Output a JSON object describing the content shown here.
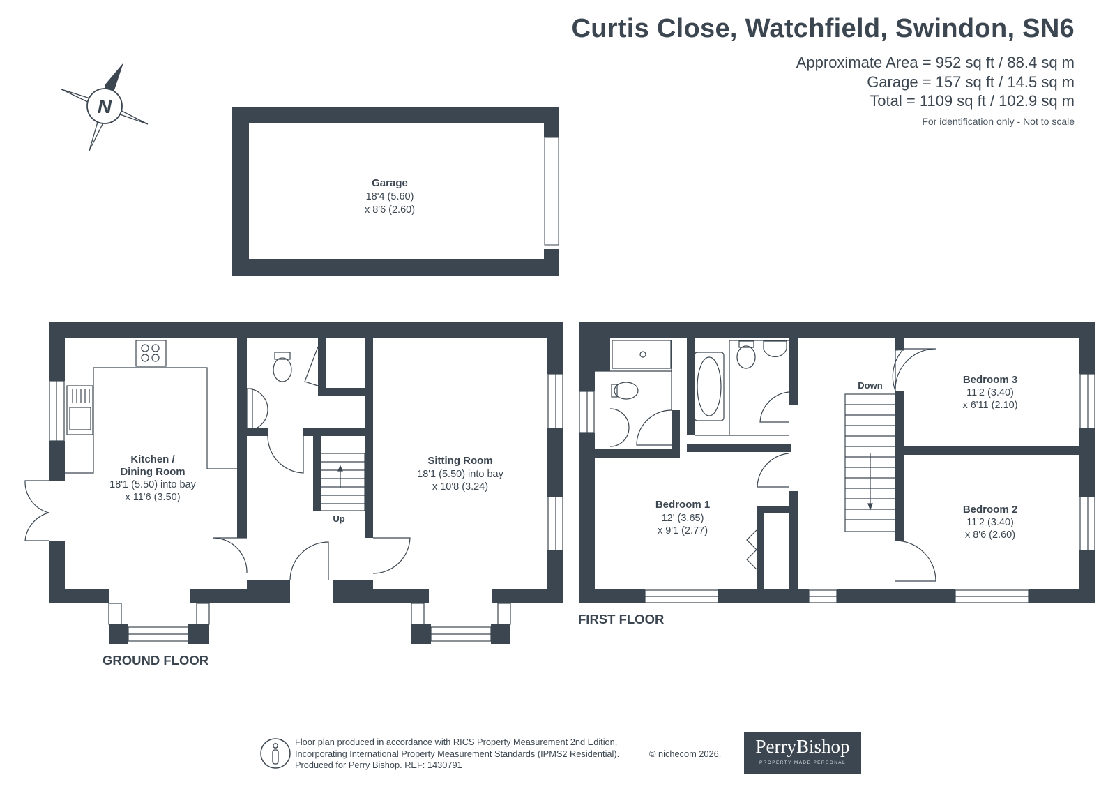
{
  "header": {
    "title": "Curtis Close, Watchfield, Swindon, SN6",
    "approx_area": "Approximate Area = 952 sq ft / 88.4 sq m",
    "garage_area": "Garage = 157 sq ft / 14.5 sq m",
    "total_area": "Total = 1109 sq ft / 102.9 sq m",
    "note": "For identification only - Not to scale"
  },
  "compass": {
    "letter": "N",
    "icon": "compass-north-icon"
  },
  "garage": {
    "name": "Garage",
    "dim1": "18'4 (5.60)",
    "dim2": "x 8'6 (2.60)"
  },
  "ground_floor": {
    "label": "GROUND FLOOR",
    "kitchen": {
      "name1": "Kitchen /",
      "name2": "Dining Room",
      "dim1": "18'1 (5.50) into bay",
      "dim2": "x 11'6 (3.50)"
    },
    "sitting": {
      "name": "Sitting Room",
      "dim1": "18'1 (5.50) into bay",
      "dim2": "x 10'8 (3.24)"
    },
    "stairs_label": "Up"
  },
  "first_floor": {
    "label": "FIRST FLOOR",
    "bedroom1": {
      "name": "Bedroom 1",
      "dim1": "12' (3.65)",
      "dim2": "x 9'1 (2.77)"
    },
    "bedroom2": {
      "name": "Bedroom 2",
      "dim1": "11'2 (3.40)",
      "dim2": "x 8'6 (2.60)"
    },
    "bedroom3": {
      "name": "Bedroom 3",
      "dim1": "11'2 (3.40)",
      "dim2": "x 6'11 (2.10)"
    },
    "stairs_label": "Down"
  },
  "footer": {
    "line1": "Floor plan produced in accordance with RICS Property Measurement 2nd Edition,",
    "line2": "Incorporating International Property Measurement Standards (IPMS2 Residential).",
    "line3": "Produced for Perry Bishop.   REF: 1430791",
    "copyright": "© nichecom 2026.",
    "info_icon": "info-person-icon"
  },
  "logo": {
    "name": "PerryBishop",
    "tagline": "PROPERTY MADE PERSONAL"
  },
  "colors": {
    "wall": "#3b4650",
    "text": "#3b4650",
    "background": "#ffffff"
  }
}
